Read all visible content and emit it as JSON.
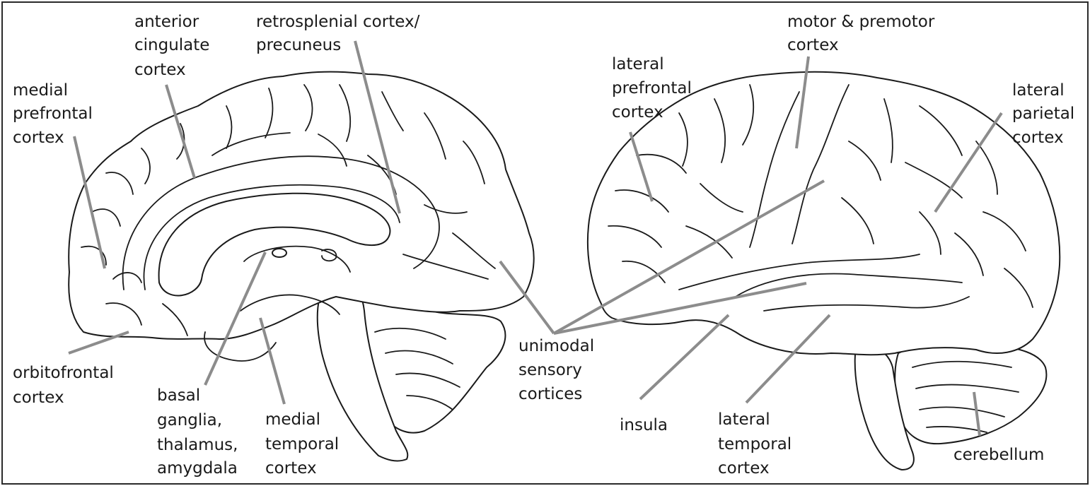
{
  "colors": {
    "leader": "#8c8c8c",
    "outline": "#1a1a1a",
    "background": "#ffffff"
  },
  "labels": {
    "anterior_cingulate": [
      "anterior",
      "cingulate",
      "cortex"
    ],
    "retrosplenial": [
      "retrosplenial cortex/",
      "precuneus"
    ],
    "medial_prefrontal": [
      "medial",
      "prefrontal",
      "cortex"
    ],
    "orbitofrontal": [
      "orbitofrontal",
      "cortex"
    ],
    "basal_ganglia": [
      "basal",
      "ganglia,",
      "thalamus,",
      "amygdala"
    ],
    "medial_temporal": [
      "medial",
      "temporal",
      "cortex"
    ],
    "unimodal": [
      "unimodal",
      "sensory",
      "cortices"
    ],
    "motor": [
      "motor & premotor",
      "cortex"
    ],
    "lateral_prefrontal": [
      "lateral",
      "prefrontal",
      "cortex"
    ],
    "lateral_parietal": [
      "lateral",
      "parietal",
      "cortex"
    ],
    "insula": [
      "insula"
    ],
    "lateral_temporal": [
      "lateral",
      "temporal",
      "cortex"
    ],
    "cerebellum": [
      "cerebellum"
    ]
  }
}
